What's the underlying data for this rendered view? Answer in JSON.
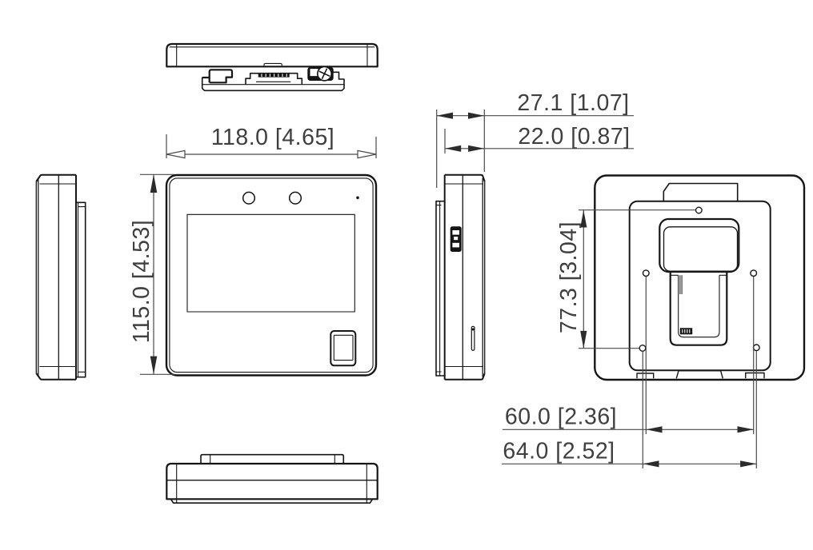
{
  "drawing": {
    "type": "technical-dimension-drawing",
    "dimensions": {
      "front_width": "118.0 [4.65]",
      "front_height": "115.0 [4.53]",
      "side_depth_overall": "27.1 [1.07]",
      "side_depth_body": "22.0 [0.87]",
      "mount_hole_vertical": "77.3 [3.04]",
      "mount_hole_span_middle": "60.0 [2.36]",
      "mount_hole_span_lower": "64.0 [2.52]"
    },
    "colors": {
      "object_line": "#161616",
      "dimension_line": "#4a4a4a",
      "text": "#3f3f3f",
      "background": "#ffffff"
    }
  }
}
